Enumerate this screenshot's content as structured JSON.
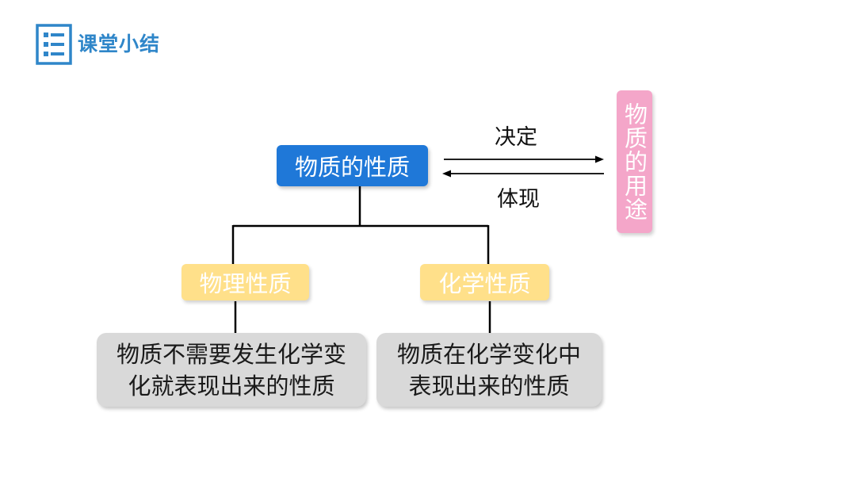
{
  "header": {
    "title": "课堂小结",
    "icon": "checklist-icon"
  },
  "diagram": {
    "root": "物质的性质",
    "use_box": "物质的用途",
    "arrow_top_label": "决定",
    "arrow_bottom_label": "体现",
    "physical": {
      "label": "物理性质",
      "definition": [
        "物质不需要发生化学变",
        "化就表现出来的性质"
      ]
    },
    "chemical": {
      "label": "化学性质",
      "definition": [
        "物质在化学变化中",
        "表现出来的性质"
      ]
    }
  },
  "colors": {
    "root": "#1f78d8",
    "property_type": "#ffe08a",
    "use": "#f4a6c9",
    "definition": "#d9d9d9",
    "accent": "#2f86c9"
  }
}
